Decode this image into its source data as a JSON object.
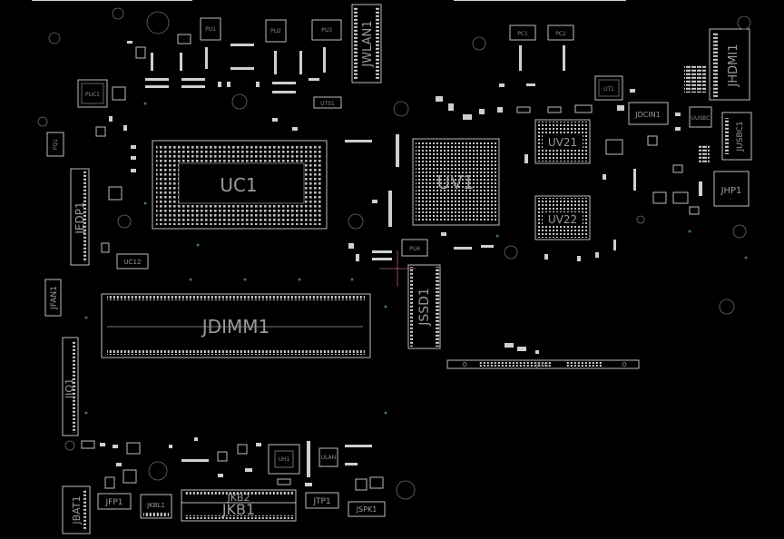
{
  "components": {
    "uc1": "UC1",
    "uv1": "UV1",
    "uv21": "UV21",
    "uv22": "UV22",
    "jdimm1": "JDIMM1",
    "jssd1": "JSSD1",
    "jwlan1": "JWLAN1",
    "jhdmi1": "JHDMI1",
    "jusbc1": "JUSBC1",
    "jhp1": "JHP1",
    "jdcin1": "JDCIN1",
    "jedp1": "JEDP1",
    "jfan1": "JFAN1",
    "jio1": "JIO1",
    "jbat1": "JBAT1",
    "jfp1": "JFP1",
    "jkbl1": "JKBL1",
    "jkb2": "JKB2",
    "jkb1": "JKB1",
    "jtp1": "JTP1",
    "jspk1": "JSPK1",
    "uc12": "UC12",
    "jsd1": "JSD1",
    "puc1": "PUC1",
    "ut1": "UT1",
    "uh1": "UH1",
    "ulan": "ULAN",
    "uusbc": "UUSBC",
    "uts1": "UTS1",
    "pu1": "PU1",
    "pu2": "PU2",
    "pu3": "PU3",
    "pu4": "PU4",
    "pq1": "PQ1",
    "pc1": "PC1",
    "pc2": "PC2"
  },
  "colors": {
    "background": "#000000",
    "outline": "#bdbdbd",
    "label": "#9a9a9a"
  }
}
